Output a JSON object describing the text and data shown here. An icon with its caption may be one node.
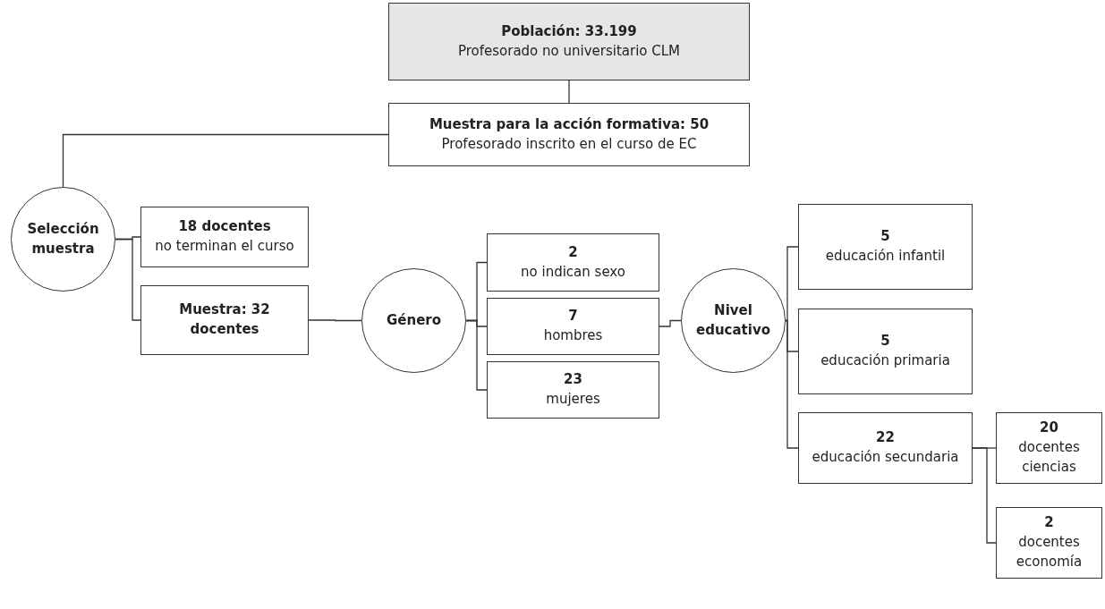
{
  "diagram": {
    "nodes": [
      {
        "text": [
          "Población: 33.199",
          "Profesorado no universitario CLM"
        ]
      },
      {
        "text": [
          "Muestra para la acción formativa: 50",
          "Profesorado inscrito en el curso de EC"
        ]
      },
      {
        "text": [
          "Selección muestra"
        ]
      },
      {
        "text": [
          "18 docentes",
          "no terminan el curso"
        ]
      },
      {
        "text": [
          "Muestra: 32 docentes"
        ]
      },
      {
        "text": [
          "Género"
        ]
      },
      {
        "text": [
          "2",
          "no indican sexo"
        ]
      },
      {
        "text": [
          "7",
          "hombres"
        ]
      },
      {
        "text": [
          "23",
          "mujeres"
        ]
      },
      {
        "text": [
          "Nivel educativo"
        ]
      },
      {
        "text": [
          "5",
          "educación infantil"
        ]
      },
      {
        "text": [
          "5",
          "educación primaria"
        ]
      },
      {
        "text": [
          "22",
          "educación secundaria"
        ]
      },
      {
        "text": [
          "20",
          "docentes ciencias"
        ]
      },
      {
        "text": [
          "2",
          "docentes economía"
        ]
      }
    ],
    "edges": [
      {
        "from": 0,
        "to": 1,
        "arrow": "none"
      },
      {
        "from": 1,
        "to": 2,
        "arrow": "none"
      },
      {
        "from": 2,
        "to": 3,
        "arrow": "none"
      },
      {
        "from": 2,
        "to": 4,
        "arrow": "none"
      },
      {
        "from": 4,
        "to": 5,
        "arrow": "none"
      },
      {
        "from": 5,
        "to": 6,
        "arrow": "none"
      },
      {
        "from": 5,
        "to": 7,
        "arrow": "none"
      },
      {
        "from": 5,
        "to": 8,
        "arrow": "none"
      },
      {
        "from": 7,
        "to": 9,
        "arrow": "none"
      },
      {
        "from": 9,
        "to": 10,
        "arrow": "none"
      },
      {
        "from": 9,
        "to": 11,
        "arrow": "none"
      },
      {
        "from": 9,
        "to": 12,
        "arrow": "none"
      },
      {
        "from": 12,
        "to": 13,
        "arrow": "none"
      },
      {
        "from": 12,
        "to": 14,
        "arrow": "none"
      }
    ]
  }
}
